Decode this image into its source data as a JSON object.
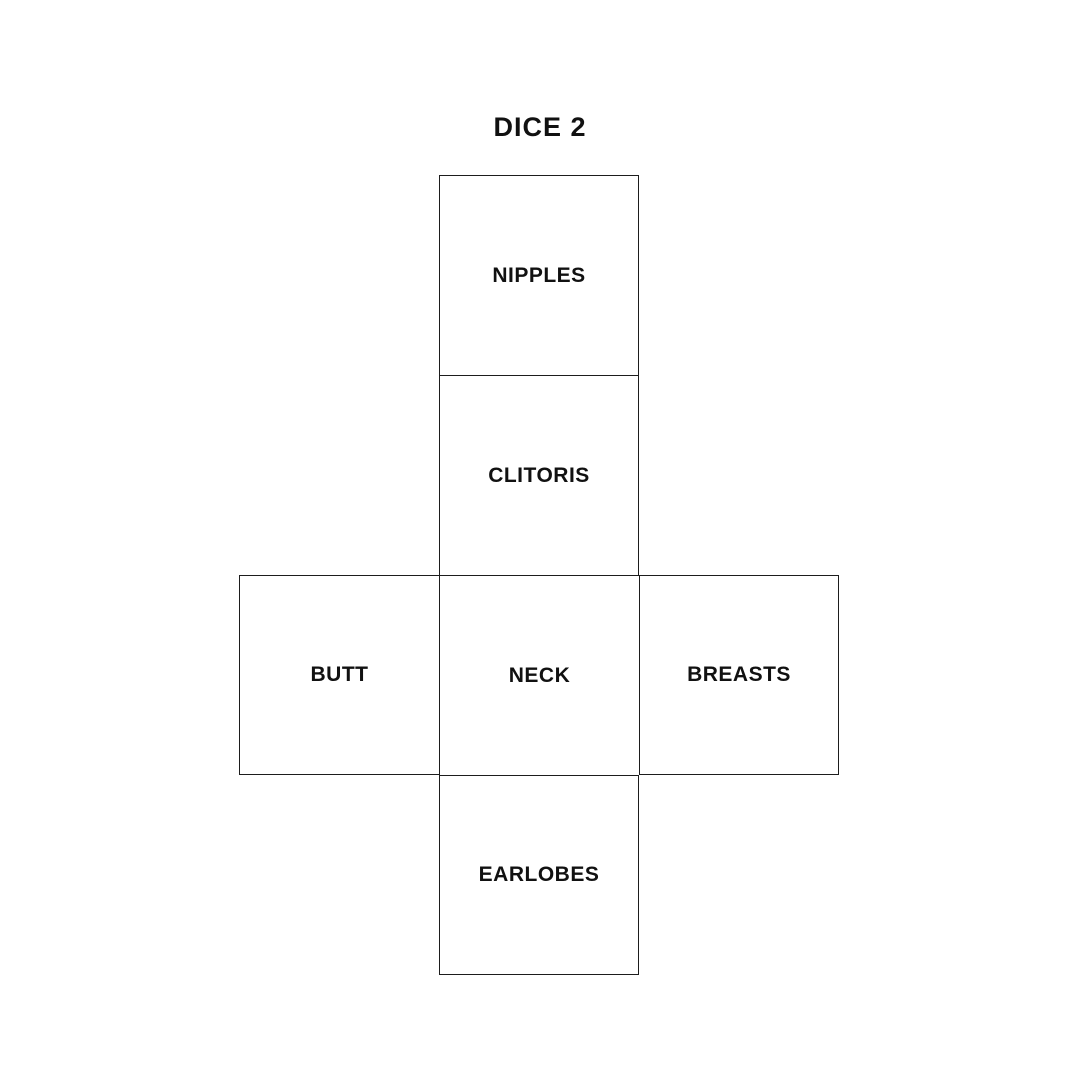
{
  "title": "DICE 2",
  "colors": {
    "background": "#ffffff",
    "line": "#1d1d1d",
    "text": "#111111"
  },
  "net": {
    "type": "cube-net",
    "faces": [
      {
        "position": "top",
        "label": "NIPPLES"
      },
      {
        "position": "upper-middle",
        "label": "CLITORIS"
      },
      {
        "position": "middle-left",
        "label": "BUTT"
      },
      {
        "position": "center",
        "label": "NECK"
      },
      {
        "position": "middle-right",
        "label": "BREASTS"
      },
      {
        "position": "bottom",
        "label": "EARLOBES"
      }
    ]
  }
}
